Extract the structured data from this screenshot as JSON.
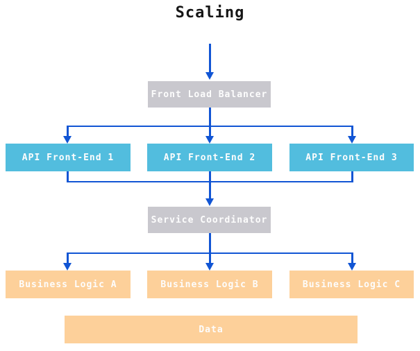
{
  "title": "Scaling",
  "colors": {
    "arrow": "#1155d4",
    "node_gray": "#c9c8ce",
    "node_blue": "#52bdde",
    "node_orange": "#fdd09a",
    "node_text": "#fdfdfd",
    "title_text": "#161616"
  },
  "nodes": {
    "front_load_balancer": {
      "label": "Front Load Balancer",
      "type": "gray"
    },
    "api_1": {
      "label": "API Front-End 1",
      "type": "blue"
    },
    "api_2": {
      "label": "API Front-End 2",
      "type": "blue"
    },
    "api_3": {
      "label": "API Front-End 3",
      "type": "blue"
    },
    "service_coordinator": {
      "label": "Service Coordinator",
      "type": "gray"
    },
    "logic_a": {
      "label": "Business Logic A",
      "type": "orange"
    },
    "logic_b": {
      "label": "Business Logic B",
      "type": "orange"
    },
    "logic_c": {
      "label": "Business Logic C",
      "type": "orange"
    },
    "data": {
      "label": "Data",
      "type": "orange"
    }
  },
  "edges": [
    "title -> front_load_balancer",
    "front_load_balancer -> api_1",
    "front_load_balancer -> api_2",
    "front_load_balancer -> api_3",
    "api_1 -> service_coordinator",
    "api_2 -> service_coordinator",
    "api_3 -> service_coordinator",
    "service_coordinator -> logic_a",
    "service_coordinator -> logic_b",
    "service_coordinator -> logic_c"
  ]
}
